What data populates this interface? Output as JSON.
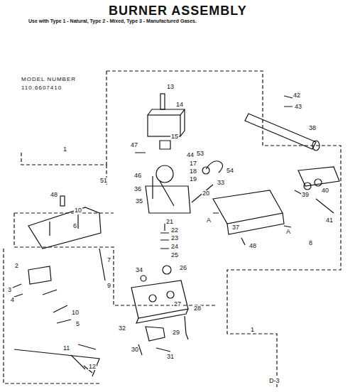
{
  "diagram": {
    "title": "BURNER ASSEMBLY",
    "labels": [
      "Use with Type 1 - Natural, Type 2 - Mixed, Type 3 - Manufactured Gases.",
      "MODEL NUMBER",
      "110.6607410",
      "13",
      "14",
      "47",
      "15",
      "44",
      "17",
      "18",
      "19",
      "53",
      "54",
      "46",
      "36",
      "51",
      "35",
      "33",
      "20",
      "21",
      "22",
      "23",
      "24",
      "25",
      "34",
      "26",
      "27",
      "28",
      "32",
      "29",
      "30",
      "31",
      "48",
      "10",
      "6",
      "7",
      "2",
      "3",
      "4",
      "10",
      "5",
      "11",
      "12",
      "42",
      "43",
      "38",
      "39",
      "40",
      "41",
      "37",
      "A",
      "A",
      "8",
      "48",
      "1",
      "1",
      "D-3",
      "9"
    ]
  }
}
